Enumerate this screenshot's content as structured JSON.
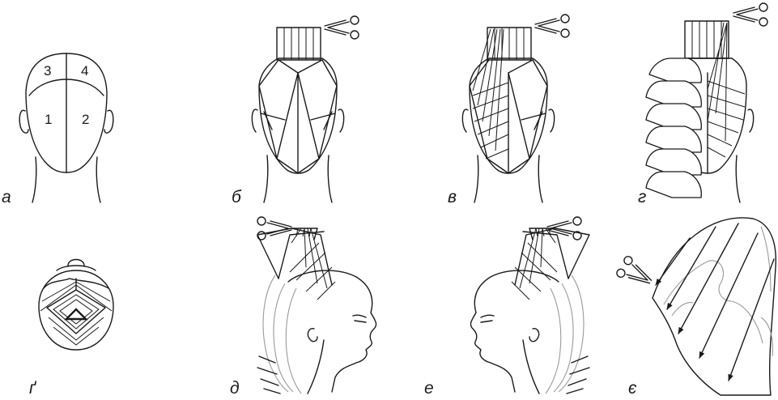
{
  "panels": [
    {
      "id": "a",
      "label": "а"
    },
    {
      "id": "b",
      "label": "б"
    },
    {
      "id": "v",
      "label": "в"
    },
    {
      "id": "h",
      "label": "г"
    },
    {
      "id": "g",
      "label": "ґ"
    },
    {
      "id": "d",
      "label": "д"
    },
    {
      "id": "e",
      "label": "е"
    },
    {
      "id": "ye",
      "label": "є"
    }
  ],
  "zones": [
    "1",
    "2",
    "3",
    "4"
  ]
}
